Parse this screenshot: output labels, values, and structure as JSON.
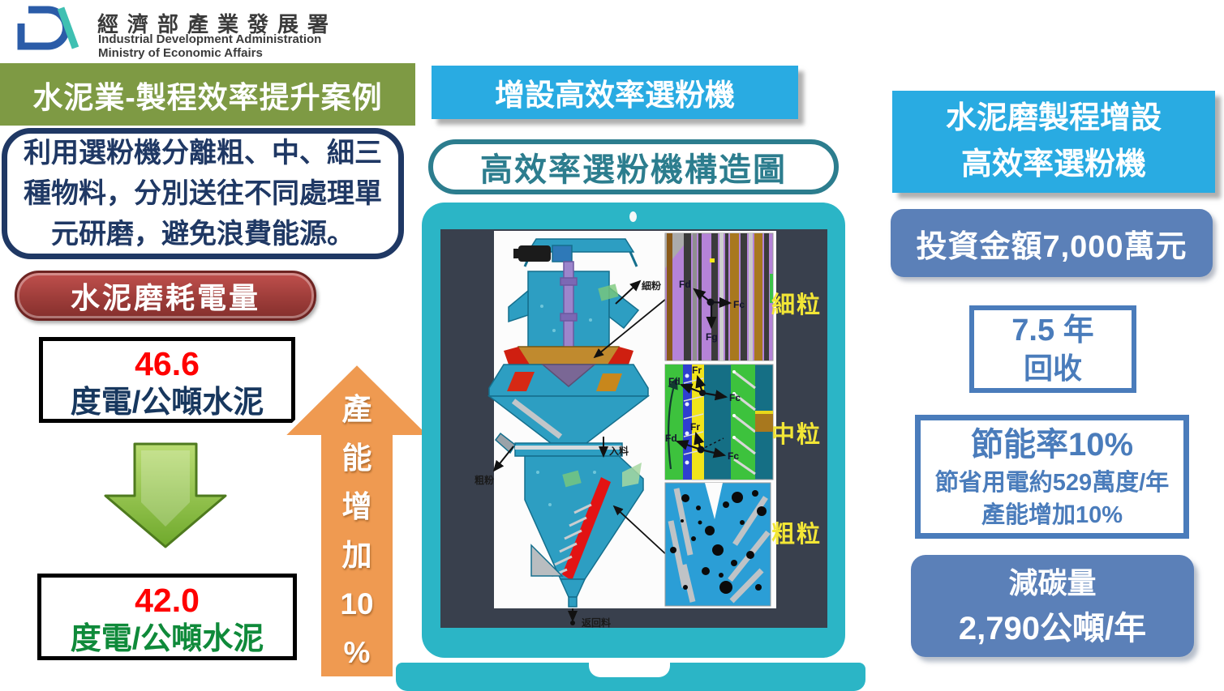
{
  "header": {
    "agency_zh": "經濟部產業發展署",
    "agency_en1": "Industrial Development Administration",
    "agency_en2": "Ministry of Economic Affairs"
  },
  "left": {
    "title": "水泥業-製程效率提升案例",
    "description_line1": "利用選粉機分離粗、中、細三",
    "description_line2": "種物料，分別送往不同處理單",
    "description_line3": "元研磨，避免浪費能源。",
    "pill": "水泥磨耗電量",
    "before": {
      "value": "46.6",
      "unit": "度電/公噸水泥"
    },
    "after": {
      "value": "42.0",
      "unit": "度電/公噸水泥"
    }
  },
  "orange_arrow": {
    "label": "產能增加10%",
    "chars": [
      "產",
      "能",
      "增",
      "加",
      "10",
      "%"
    ]
  },
  "center": {
    "title": "增設高效率選粉機",
    "subtitle": "高效率選粉機構造圖",
    "machine_labels": {
      "fine_powder": "細粉",
      "coarse_powder": "粗粉",
      "feed": "入料",
      "return_material": "返回料"
    },
    "particle_labels": {
      "fine": "細粒",
      "medium": "中粒",
      "coarse": "粗粒"
    },
    "force_labels": {
      "fd": "Fd",
      "fc": "Fc",
      "fg": "Fg",
      "fr": "Fr"
    }
  },
  "right": {
    "title_line1": "水泥磨製程增設",
    "title_line2": "高效率選粉機",
    "investment": "投資金額7,000萬元",
    "payback": {
      "line1": "7.5 年",
      "line2": "回收"
    },
    "saving": {
      "line1": "節能率10%",
      "line2": "節省用電約529萬度/年",
      "line3": "產能增加10%"
    },
    "carbon": {
      "line1": "減碳量",
      "line2": "2,790公噸/年"
    }
  },
  "colors": {
    "green_header": "#7E9A44",
    "navy": "#1F3864",
    "red_pill": "#A33B38",
    "value_red": "#FF0000",
    "value_green": "#0F8A3A",
    "bright_blue": "#29ABE2",
    "steel_blue": "#5B80B8",
    "blue_border": "#4A7CBB",
    "device_teal": "#2BB5C6",
    "screen_background": "#39404d",
    "yellow_label": "#F2E636",
    "orange_arrow": "#EF9A51",
    "green_arrow": "#8CC63F"
  }
}
